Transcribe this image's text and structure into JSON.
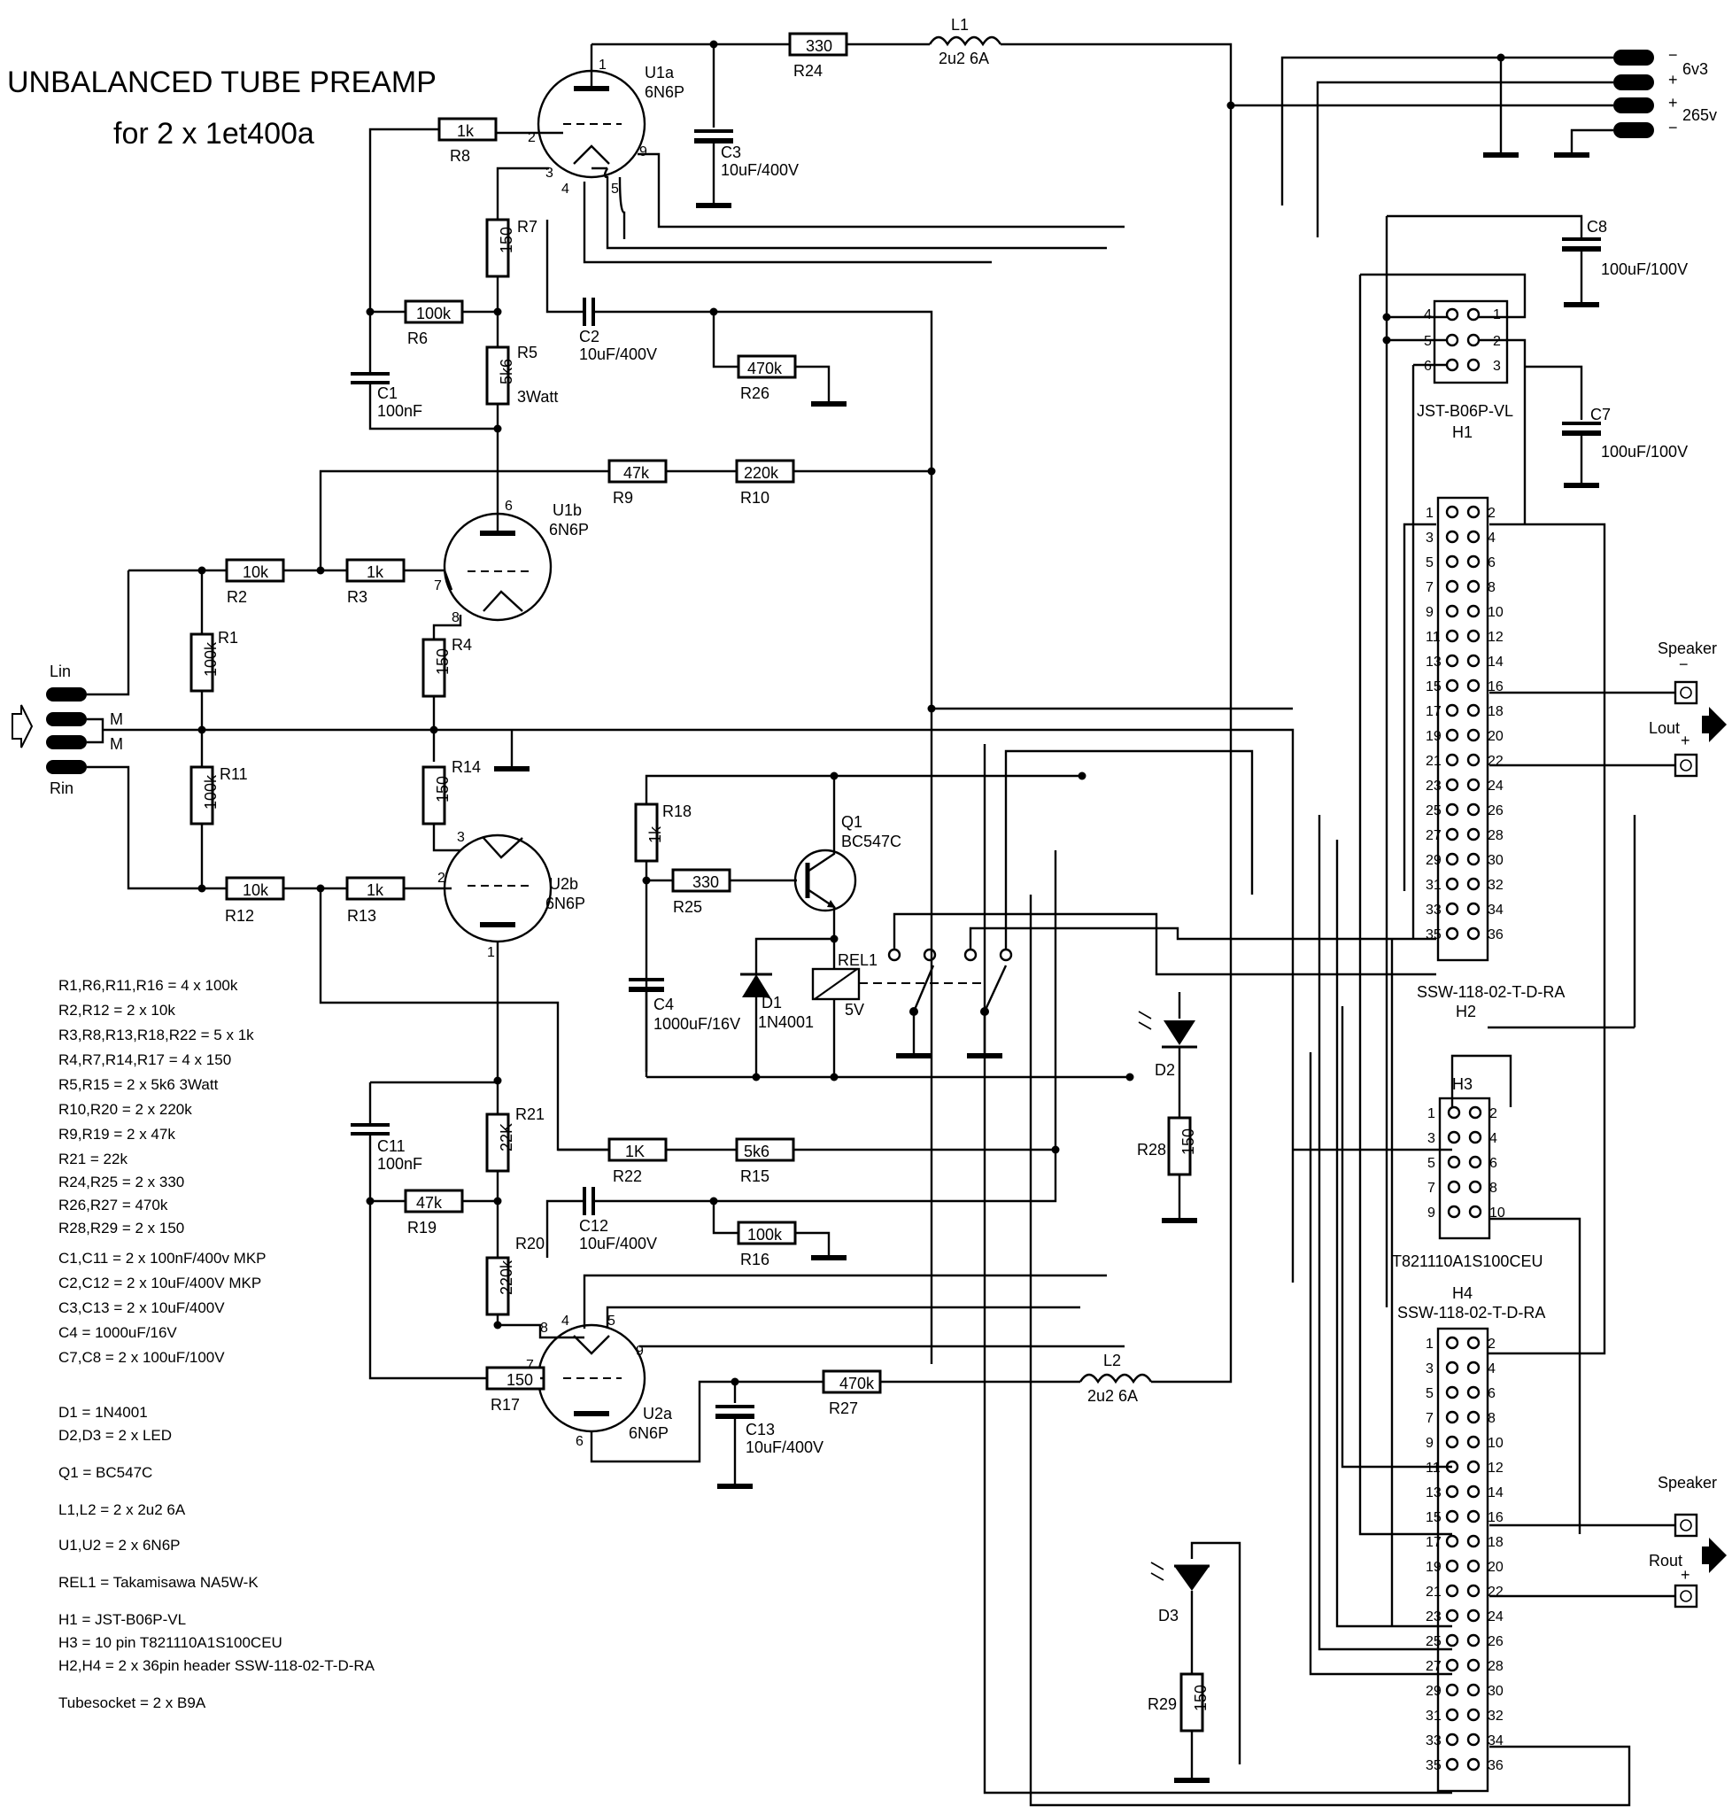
{
  "title": {
    "line1": "UNBALANCED TUBE PREAMP",
    "line2": "for 2 x 1et400a"
  },
  "resistors": [
    {
      "id": "R8",
      "value": "1k"
    },
    {
      "id": "R24",
      "value": "330"
    },
    {
      "id": "R7",
      "value": "150"
    },
    {
      "id": "R6",
      "value": "100k"
    },
    {
      "id": "R5",
      "value": "5k6",
      "note": "3Watt"
    },
    {
      "id": "R26",
      "value": "470k"
    },
    {
      "id": "R9",
      "value": "47k"
    },
    {
      "id": "R10",
      "value": "220k"
    },
    {
      "id": "R2",
      "value": "10k"
    },
    {
      "id": "R3",
      "value": "1k"
    },
    {
      "id": "R1",
      "value": "100k"
    },
    {
      "id": "R4",
      "value": "150"
    },
    {
      "id": "R11",
      "value": "100k"
    },
    {
      "id": "R14",
      "value": "150"
    },
    {
      "id": "R12",
      "value": "10k"
    },
    {
      "id": "R13",
      "value": "1k"
    },
    {
      "id": "R21",
      "value": "22K"
    },
    {
      "id": "R22",
      "value": "1K"
    },
    {
      "id": "R15",
      "value": "5k6",
      "note": "3Watt"
    },
    {
      "id": "R19",
      "value": "47k"
    },
    {
      "id": "R20",
      "value": "220k"
    },
    {
      "id": "R16",
      "value": "100k"
    },
    {
      "id": "R17",
      "value": "150"
    },
    {
      "id": "R27",
      "value": "470k"
    },
    {
      "id": "R18",
      "value": "1k"
    },
    {
      "id": "R25",
      "value": "330"
    },
    {
      "id": "R28",
      "value": "150"
    },
    {
      "id": "R29",
      "value": "150"
    }
  ],
  "capacitors": [
    {
      "id": "C3",
      "value": "10uF/400V"
    },
    {
      "id": "C2",
      "value": "10uF/400V"
    },
    {
      "id": "C1",
      "value": "100nF"
    },
    {
      "id": "C8",
      "value": "100uF/100V"
    },
    {
      "id": "C7",
      "value": "100uF/100V"
    },
    {
      "id": "C4",
      "value": "1000uF/16V"
    },
    {
      "id": "C11",
      "value": "100nF"
    },
    {
      "id": "C12",
      "value": "10uF/400V"
    },
    {
      "id": "C13",
      "value": "10uF/400V"
    }
  ],
  "inductors": [
    {
      "id": "L1",
      "value": "2u2 6A"
    },
    {
      "id": "L2",
      "value": "2u2 6A"
    }
  ],
  "tubes": [
    {
      "id": "U1a",
      "type": "6N6P"
    },
    {
      "id": "U1b",
      "type": "6N6P"
    },
    {
      "id": "U2b",
      "type": "6N6P"
    },
    {
      "id": "U2a",
      "type": "6N6P"
    }
  ],
  "transistor": {
    "id": "Q1",
    "type": "BC547C"
  },
  "diode": {
    "id": "D1",
    "type": "1N4001"
  },
  "relay": {
    "id": "REL1",
    "voltage": "5V"
  },
  "leds": [
    "D2",
    "D3"
  ],
  "connectors": {
    "h1": {
      "id": "H1",
      "part": "JST-B06P-VL"
    },
    "h2": {
      "id": "H2",
      "part": "SSW-118-02-T-D-RA"
    },
    "h3": {
      "id": "H3",
      "part": "T821110A1S100CEU"
    },
    "h4": {
      "id": "H4",
      "part": "SSW-118-02-T-D-RA"
    }
  },
  "power": {
    "v1": "6v3",
    "v2": "265v",
    "minus": "−",
    "plus": "+"
  },
  "io": {
    "lin": "Lin",
    "rin": "Rin",
    "m": "M",
    "speaker": "Speaker",
    "lout": "Lout",
    "rout": "Rout",
    "minus": "−",
    "plus": "+"
  },
  "bom": [
    "R1,R6,R11,R16 = 4 x 100k",
    "R2,R12 = 2 x 10k",
    "R3,R8,R13,R18,R22 = 5 x 1k",
    "R4,R7,R14,R17 = 4 x 150",
    "R5,R15 = 2 x 5k6 3Watt",
    "R10,R20 = 2 x 220k",
    "R9,R19 = 2 x 47k",
    "R21 = 22k",
    "R24,R25 = 2 x 330",
    "R26,R27 = 470k",
    "R28,R29 = 2 x 150",
    "C1,C11 = 2 x 100nF/400v MKP",
    "C2,C12 = 2 x 10uF/400V MKP",
    "C3,C13 = 2 x 10uF/400V",
    "C4 = 1000uF/16V",
    "C7,C8 = 2 x 100uF/100V",
    "D1 = 1N4001",
    "D2,D3 = 2 x LED",
    "Q1 = BC547C",
    "L1,L2 = 2 x 2u2 6A",
    "U1,U2 = 2 x 6N6P",
    "REL1 = Takamisawa NA5W-K",
    "H1 = JST-B06P-VL",
    "H3 = 10 pin T821110A1S100CEU",
    "H2,H4 = 2 x 36pin header SSW-118-02-T-D-RA",
    "Tubesocket = 2 x B9A"
  ]
}
